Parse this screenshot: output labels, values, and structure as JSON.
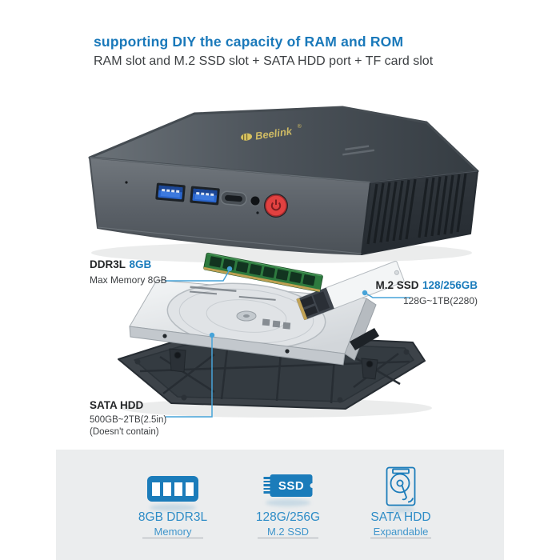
{
  "header": {
    "title": "supporting DIY the capacity of RAM and ROM",
    "subtitle": "RAM slot and M.2 SSD slot + SATA HDD port + TF card slot"
  },
  "device": {
    "logo": "Beelink",
    "logo_mark": "®"
  },
  "callouts": {
    "ram": {
      "label": "DDR3L",
      "value": "8GB",
      "detail": "Max Memory 8GB"
    },
    "m2_ssd": {
      "label": "M.2 SSD",
      "value": "128/256GB",
      "detail": "128G~1TB(2280)"
    },
    "sata_hdd": {
      "label": "SATA HDD",
      "detail": "500GB~2TB(2.5in)",
      "note": "(Doesn't contain)"
    }
  },
  "features": [
    {
      "icon": "ram-icon",
      "title": "8GB DDR3L",
      "subtitle": "Memory"
    },
    {
      "icon": "ssd-icon",
      "badge": "SSD",
      "title": "128G/256G",
      "subtitle": "M.2 SSD"
    },
    {
      "icon": "hdd-icon",
      "title": "SATA HDD",
      "subtitle": "Expandable"
    }
  ],
  "colors": {
    "accent_blue": "#1b7cba",
    "callout_line_blue": "#47a3d8",
    "feature_text_blue": "#2f8dc7",
    "band_background": "#ebedee",
    "power_button_red": "#e14140",
    "usb_port_blue": "#2a65cc",
    "ram_pcb_green": "#2d7a3e"
  }
}
